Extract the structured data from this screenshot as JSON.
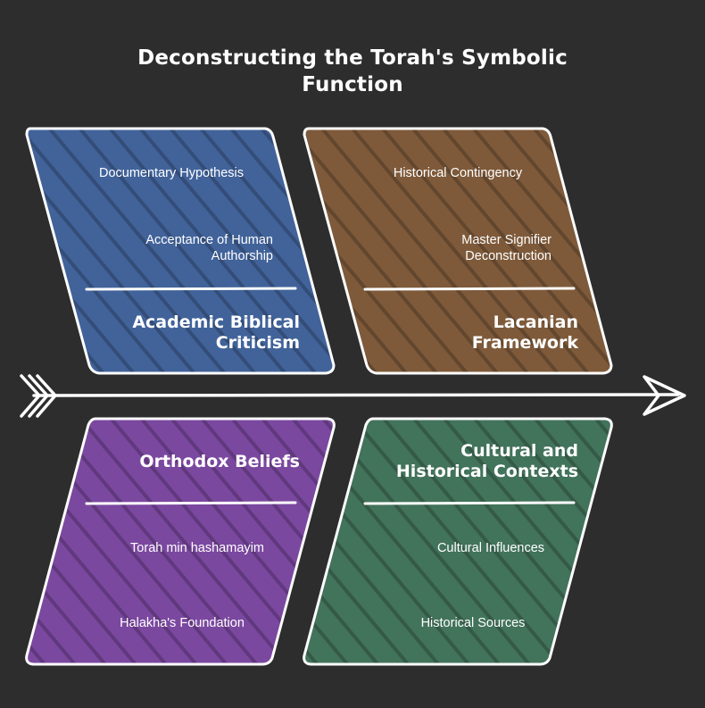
{
  "title": "Deconstructing the Torah's Symbolic Function",
  "colors": {
    "background": "#2d2d2d",
    "academic": "#41639a",
    "lacanian": "#7e5a3a",
    "orthodox": "#7b48a0",
    "cultural": "#42735b",
    "line": "#ffffff"
  },
  "categories": {
    "academic": {
      "heading": "Academic Biblical Criticism",
      "items": [
        "Documentary Hypothesis",
        "Acceptance of Human Authorship"
      ]
    },
    "lacanian": {
      "heading": "Lacanian Framework",
      "items": [
        "Historical Contingency",
        "Master Signifier Deconstruction"
      ]
    },
    "orthodox": {
      "heading": "Orthodox Beliefs",
      "items": [
        "Torah min hashamayim",
        "Halakha's Foundation"
      ]
    },
    "cultural": {
      "heading": "Cultural and Historical Contexts",
      "items": [
        "Cultural Influences",
        "Historical Sources"
      ]
    }
  }
}
